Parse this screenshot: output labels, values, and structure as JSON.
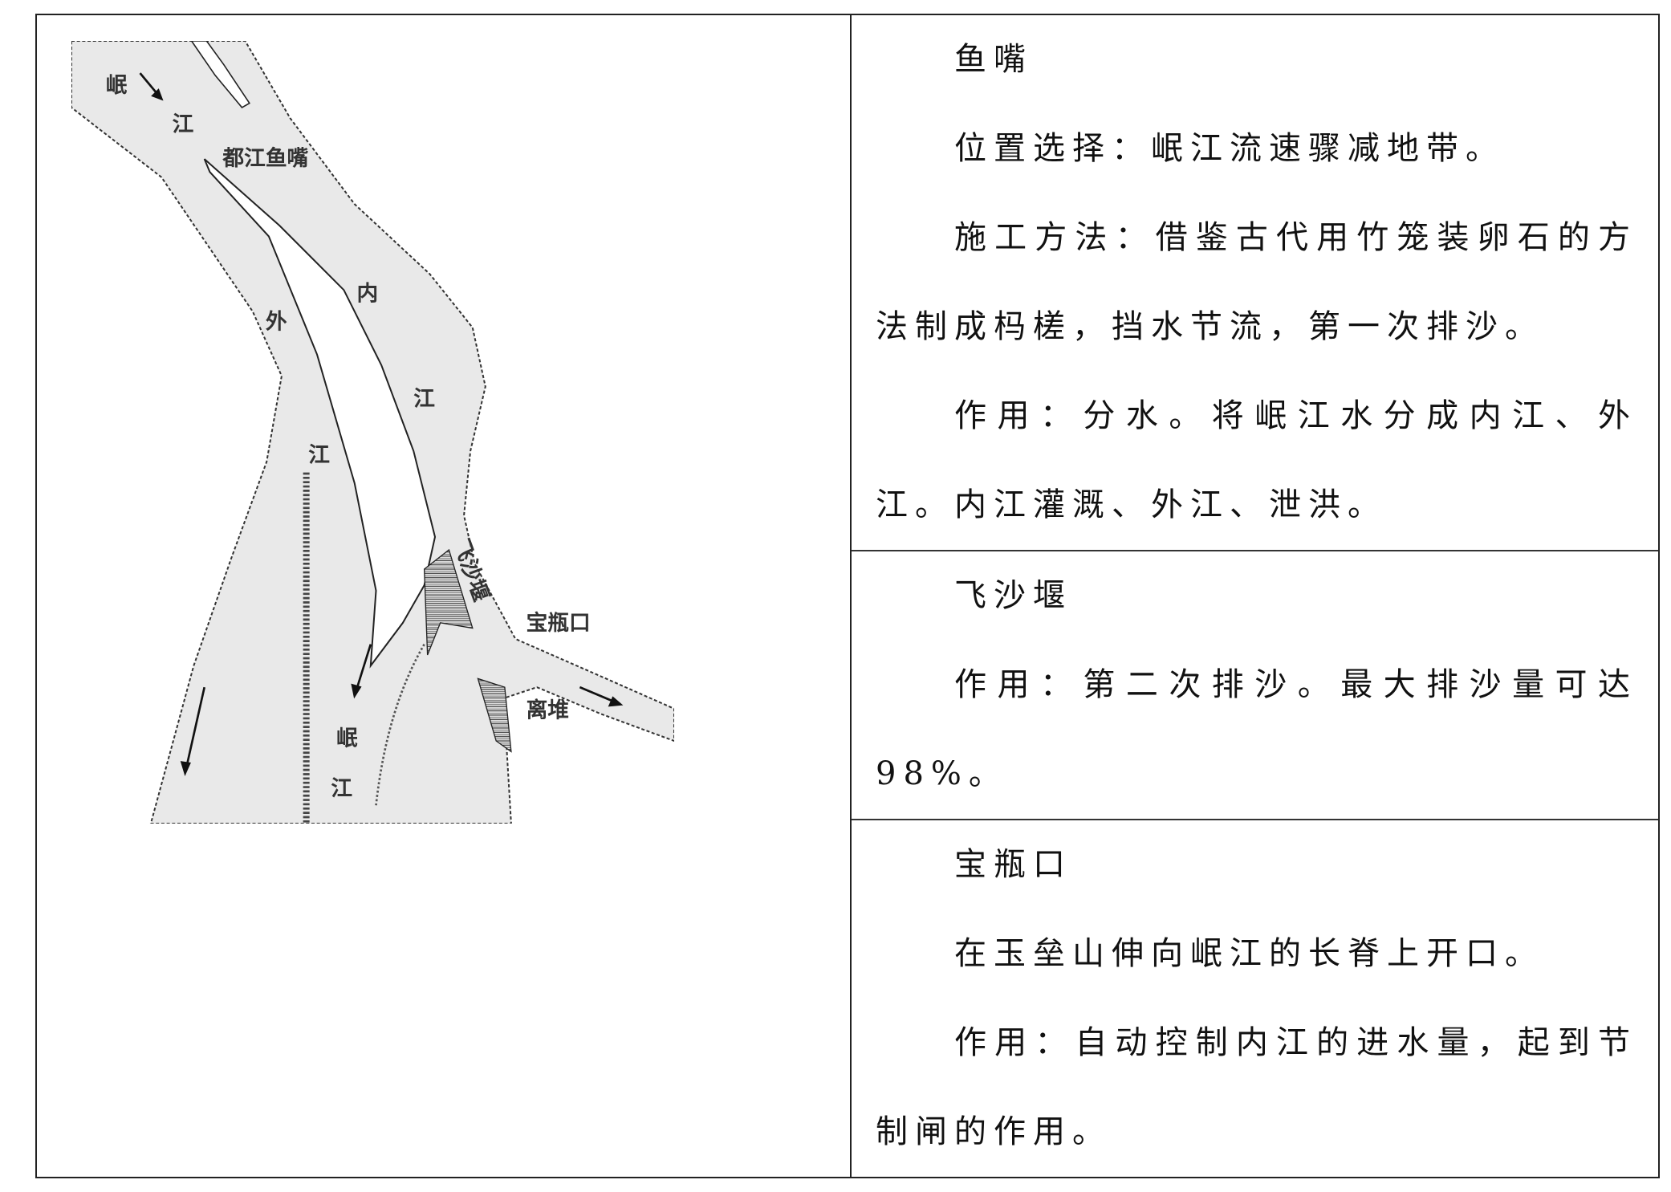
{
  "map": {
    "labels": {
      "min1": "岷",
      "jiang1": "江",
      "dujiang_yuzui": "都江鱼嘴",
      "wai": "外",
      "nei": "内",
      "jiang_nei": "江",
      "jiang_wai": "江",
      "feishayan": "飞沙堰",
      "baopingkou": "宝瓶口",
      "lidui": "离堆",
      "min2": "岷",
      "jiang2": "江"
    }
  },
  "sections": [
    {
      "title": "鱼嘴",
      "paragraphs": [
        "位置选择：岷江流速骤减地带。",
        "施工方法：借鉴古代用竹笼装卵石的方法制成杩槎，挡水节流，第一次排沙。",
        "作用：分水。将岷江水分成内江、外江。内江灌溉、外江、泄洪。"
      ]
    },
    {
      "title": "飞沙堰",
      "paragraphs": [
        "作用：第二次排沙。最大排沙量可达98%。"
      ]
    },
    {
      "title": "宝瓶口",
      "paragraphs": [
        "在玉垒山伸向岷江的长脊上开口。",
        "作用：自动控制内江的进水量，起到节制闸的作用。"
      ]
    }
  ]
}
